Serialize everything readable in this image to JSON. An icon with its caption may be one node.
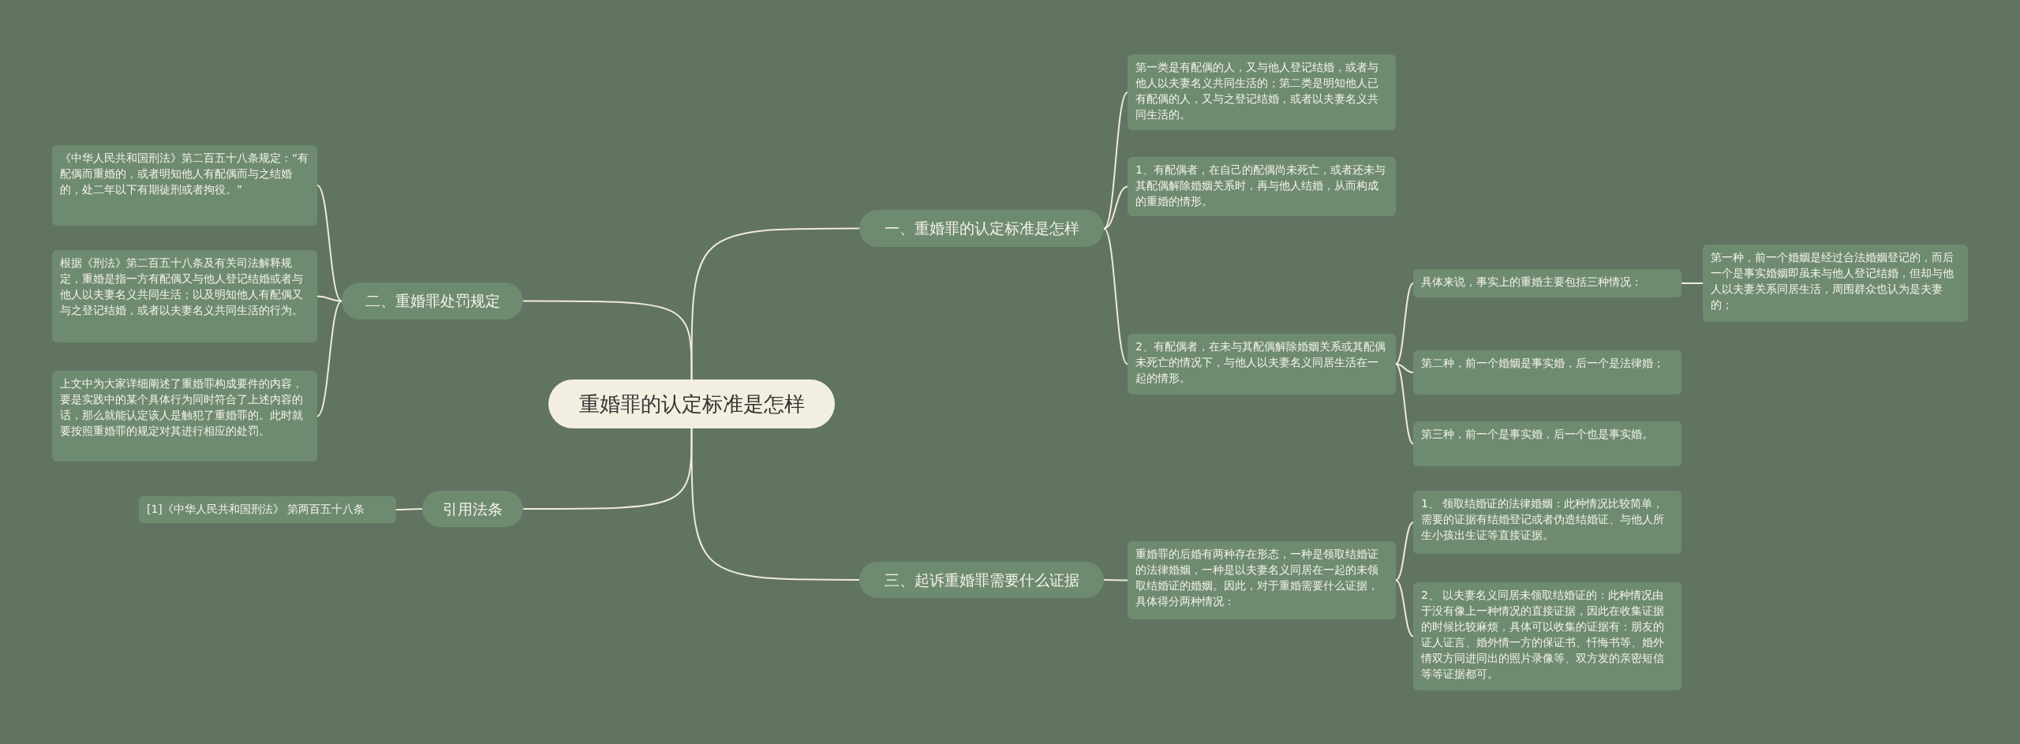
{
  "diagram": {
    "nodes": [
      {
        "text": [
          "重婚罪的认定标准是怎样"
        ]
      },
      {
        "text": [
          "一、重婚罪的认定标准是怎样"
        ]
      },
      {
        "text": [
          "第一类是有配偶的人，又与他人登记结婚，或者与他人以夫妻名义共同生活的；第二类是明知他人已有配偶的人，又与之登记结婚，或者以夫妻名义共同生活的。"
        ]
      },
      {
        "text": [
          "1、有配偶者，在自己的配偶尚未死亡，或者还未与其配偶解除婚姻关系时，再与他人结婚，从而构成的重婚的情形。"
        ]
      },
      {
        "text": [
          "2、有配偶者，在未与其配偶解除婚姻关系或其配偶未死亡的情况下，与他人以夫妻名义同居生活在一起的情形。"
        ]
      },
      {
        "text": [
          "具体来说，事实上的重婚主要包括三种情况："
        ]
      },
      {
        "text": [
          "第一种，前一个婚姻是经过合法婚姻登记的，而后一个是事实婚姻即虽未与他人登记结婚，但却与他人以夫妻关系同居生活，周围群众也认为是夫妻的；"
        ]
      },
      {
        "text": [
          "第二种，前一个婚姻是事实婚，后一个是法律婚；"
        ]
      },
      {
        "text": [
          "第三种，前一个是事实婚，后一个也是事实婚。"
        ]
      },
      {
        "text": [
          "三、起诉重婚罪需要什么证据"
        ]
      },
      {
        "text": [
          "重婚罪的后婚有两种存在形态，一种是领取结婚证的法律婚姻，一种是以夫妻名义同居在一起的未领取结婚证的婚姻。因此，对于重婚需要什么证据，具体得分两种情况："
        ]
      },
      {
        "text": [
          "1、 领取结婚证的法律婚姻：此种情况比较简单，需要的证据有结婚登记或者伪造结婚证、与他人所生小孩出生证等直接证据。"
        ]
      },
      {
        "text": [
          "2、 以夫妻名义同居未领取结婚证的：此种情况由于没有像上一种情况的直接证据，因此在收集证据的时候比较麻烦，具体可以收集的证据有：朋友的证人证言、婚外情一方的保证书、忏悔书等、婚外情双方同进同出的照片录像等、双方发的亲密短信等等证据都可。"
        ]
      },
      {
        "text": [
          "二、重婚罪处罚规定"
        ]
      },
      {
        "text": [
          "《中华人民共和国刑法》第二百五十八条规定：“有配偶而重婚的，或者明知他人有配偶而与之结婚的，处二年以下有期徒刑或者拘役。”"
        ]
      },
      {
        "text": [
          "根据《刑法》第二百五十八条及有关司法解释规定，重婚是指一方有配偶又与他人登记结婚或者与他人以夫妻名义共同生活；以及明知他人有配偶又与之登记结婚，或者以夫妻名义共同生活的行为。"
        ]
      },
      {
        "text": [
          "上文中为大家详细阐述了重婚罪构成要件的内容，要是实践中的某个具体行为同时符合了上述内容的话，那么就能认定该人是触犯了重婚罪的。此时就要按照重婚罪的规定对其进行相应的处罚。"
        ]
      },
      {
        "text": [
          "引用法条"
        ]
      },
      {
        "text": [
          "[1]《中华人民共和国刑法》 第两百五十八条"
        ]
      }
    ],
    "edges": [
      {
        "from": 0,
        "to": 1,
        "arrow": "none"
      },
      {
        "from": 1,
        "to": 2,
        "arrow": "none"
      },
      {
        "from": 1,
        "to": 3,
        "arrow": "none"
      },
      {
        "from": 1,
        "to": 4,
        "arrow": "none"
      },
      {
        "from": 4,
        "to": 5,
        "arrow": "none"
      },
      {
        "from": 5,
        "to": 6,
        "arrow": "none"
      },
      {
        "from": 4,
        "to": 7,
        "arrow": "none"
      },
      {
        "from": 4,
        "to": 8,
        "arrow": "none"
      },
      {
        "from": 0,
        "to": 9,
        "arrow": "none"
      },
      {
        "from": 9,
        "to": 10,
        "arrow": "none"
      },
      {
        "from": 10,
        "to": 11,
        "arrow": "none"
      },
      {
        "from": 10,
        "to": 12,
        "arrow": "none"
      },
      {
        "from": 0,
        "to": 13,
        "arrow": "none"
      },
      {
        "from": 13,
        "to": 14,
        "arrow": "none"
      },
      {
        "from": 13,
        "to": 15,
        "arrow": "none"
      },
      {
        "from": 13,
        "to": 16,
        "arrow": "none"
      },
      {
        "from": 0,
        "to": 17,
        "arrow": "none"
      },
      {
        "from": 17,
        "to": 18,
        "arrow": "none"
      }
    ]
  }
}
